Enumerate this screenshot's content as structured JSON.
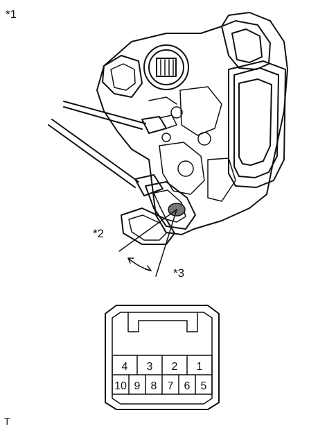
{
  "callouts": {
    "c1": "*1",
    "c2": "*2",
    "c3": "*3"
  },
  "corner_mark": "T",
  "connector": {
    "top_row": [
      "4",
      "3",
      "2",
      "1"
    ],
    "bottom_row": [
      "10",
      "9",
      "8",
      "7",
      "6",
      "5"
    ]
  }
}
